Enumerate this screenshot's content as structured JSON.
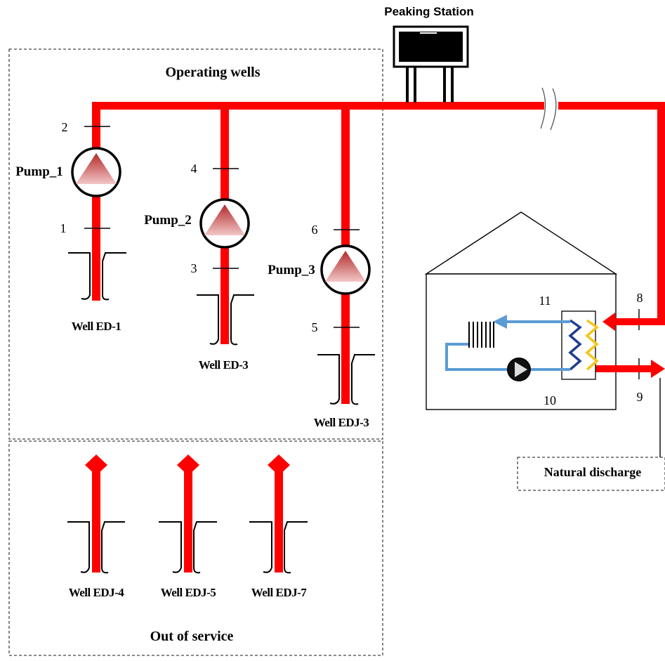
{
  "labels": {
    "peaking_station": "Peaking Station",
    "operating_wells": "Operating wells",
    "out_of_service": "Out of service",
    "natural_discharge": "Natural discharge"
  },
  "pumps": [
    {
      "label": "Pump_1"
    },
    {
      "label": "Pump_2"
    },
    {
      "label": "Pump_3"
    }
  ],
  "operating_wells": [
    {
      "label": "Well ED-1"
    },
    {
      "label": "Well ED-3"
    },
    {
      "label": "Well EDJ-3"
    }
  ],
  "out_of_service_wells": [
    {
      "label": "Well EDJ-4"
    },
    {
      "label": "Well EDJ-5"
    },
    {
      "label": "Well EDJ-7"
    }
  ],
  "points": [
    "1",
    "2",
    "3",
    "4",
    "5",
    "6",
    "8",
    "9",
    "10",
    "11"
  ],
  "colors": {
    "hot_pipe": "#ff0000",
    "cold_loop": "#5b9bd5",
    "hx_blue": "#1f3f8f",
    "hx_yellow": "#f5c518"
  }
}
